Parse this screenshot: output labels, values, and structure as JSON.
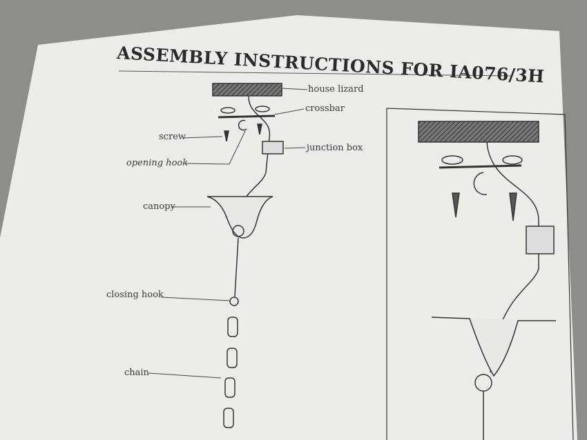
{
  "document": {
    "title": "ASSEMBLY INSTRUCTIONS FOR IA076/3H",
    "labels": {
      "house_lizard": "house lizard",
      "crossbar": "crossbar",
      "screw": "screw",
      "junction_box": "junction box",
      "opening_hook": "opening hook",
      "canopy": "canopy",
      "closing_hook": "closing hook",
      "chain": "chain"
    }
  },
  "colors": {
    "paper": "#eeeeec",
    "carpet": "#8e8e88",
    "ink": "#2a2a2a"
  }
}
